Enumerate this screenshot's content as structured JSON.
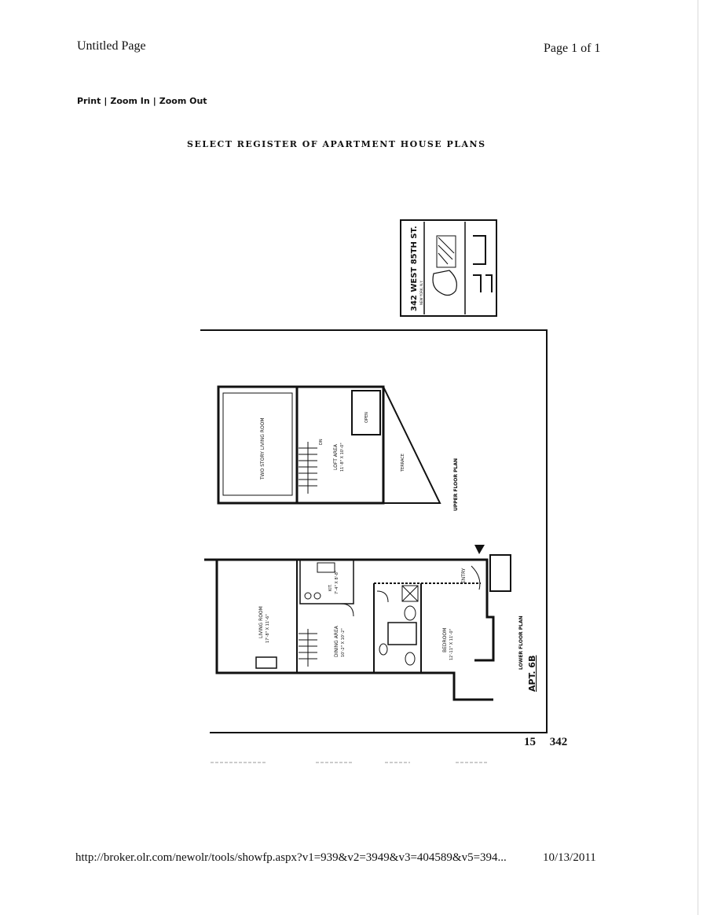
{
  "header": {
    "title": "Untitled Page",
    "page_info": "Page 1 of 1"
  },
  "toolbar": {
    "print": "Print",
    "zoom_in": "Zoom In",
    "zoom_out": "Zoom Out",
    "separator": "|"
  },
  "document": {
    "heading": "SELECT REGISTER OF APARTMENT HOUSE PLANS",
    "location_box": {
      "street": "342 WEST 85TH ST.",
      "city": "NEW YORK, N.Y."
    },
    "upper_floor": {
      "label": "UPPER FLOOR PLAN",
      "rooms": {
        "two_story": "TWO STORY LIVING ROOM",
        "loft": "LOFT AREA",
        "loft_dim": "11'-8\" X 10'-0\"",
        "open": "OPEN",
        "terrace": "TERRACE",
        "dn": "DN"
      }
    },
    "lower_floor": {
      "label": "LOWER FLOOR PLAN",
      "apt": "APT. 6B",
      "rooms": {
        "living": "LIVING ROOM",
        "living_dim": "17'-8\" X 11'-6\"",
        "dining": "DINING AREA",
        "dining_dim": "10'-2\" X 10'-2\"",
        "kit": "KIT.",
        "kit_dim": "7'-4\" X 8'-8\"",
        "bedroom": "BEDROOM",
        "bedroom_dim": "12'-11\" X 11'-0\"",
        "entry": "ENTRY"
      }
    },
    "plan_number": "15 342"
  },
  "footer": {
    "url": "http://broker.olr.com/newolr/tools/showfp.aspx?v1=939&v2=3949&v3=404589&v5=394...",
    "date": "10/13/2011"
  }
}
